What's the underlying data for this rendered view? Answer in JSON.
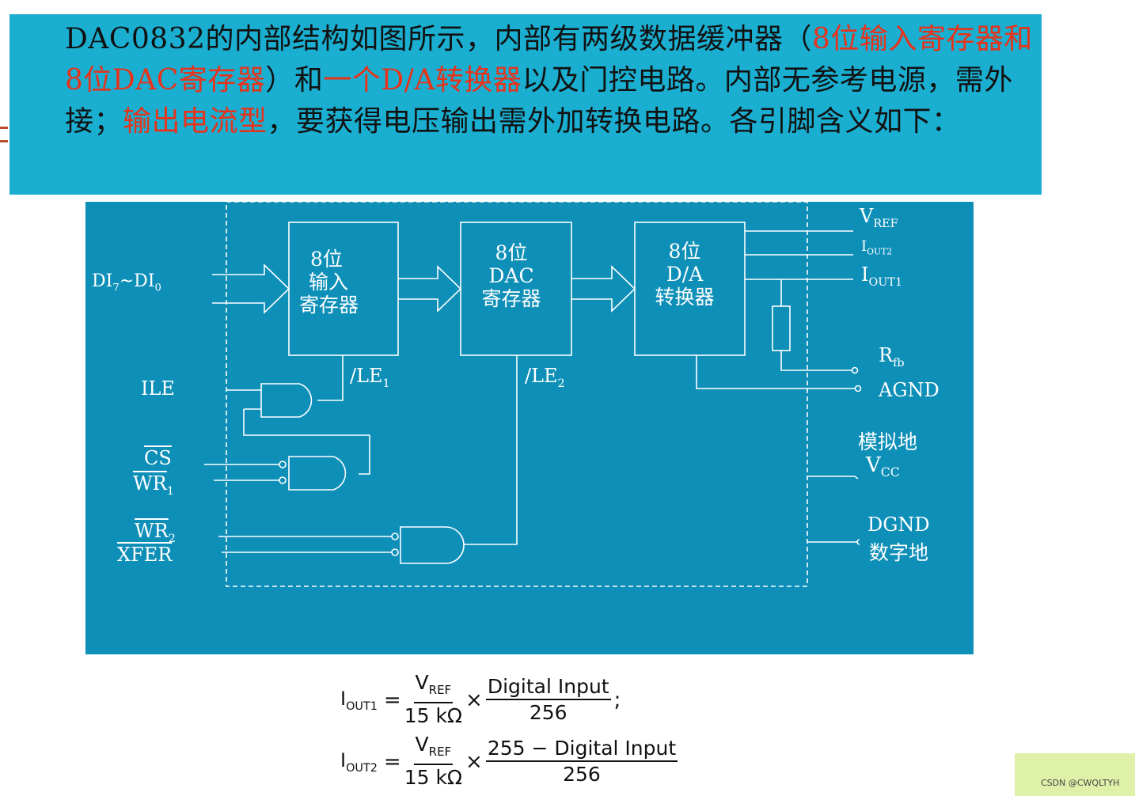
{
  "intro": {
    "segments": [
      {
        "text": "DAC0832的内部结构如图所示，内部有两级数据缓冲器（",
        "highlight": false
      },
      {
        "text": "8位输入寄存器和8位DAC寄存器",
        "highlight": true
      },
      {
        "text": "）和",
        "highlight": false
      },
      {
        "text": "一个D/A转换器",
        "highlight": true
      },
      {
        "text": "以及门控电路。内部无参考电源，需外接；",
        "highlight": false
      },
      {
        "text": "输出电流型",
        "highlight": true
      },
      {
        "text": "，要获得电压输出需外加转换电路。各引脚含义如下：",
        "highlight": false
      }
    ]
  },
  "colors": {
    "highlight": "#e8331a",
    "header_bg": "#1aaed0",
    "diagram_bg": "#0d8fb8",
    "line": "#ffffff"
  },
  "diagram": {
    "blocks": {
      "input_register": [
        "8位",
        "输入",
        "寄存器"
      ],
      "dac_register": [
        "8位",
        "DAC",
        "寄存器"
      ],
      "converter": [
        "8位",
        "D/A",
        "转换器"
      ]
    },
    "inputs": {
      "data": {
        "main": "DI",
        "sub1": "7",
        "mid": "~DI",
        "sub2": "0"
      },
      "ile": "ILE",
      "cs": "CS",
      "wr1": {
        "main": "WR",
        "sub": "1"
      },
      "wr2": {
        "main": "WR",
        "sub": "2"
      },
      "xfer": "XFER"
    },
    "internal": {
      "le1": {
        "main": "/LE",
        "sub": "1"
      },
      "le2": {
        "main": "/LE",
        "sub": "2"
      }
    },
    "outputs": {
      "vref": {
        "main": "V",
        "sub": "REF"
      },
      "iout2": {
        "main": "I",
        "sub": "OUT2"
      },
      "iout1": {
        "main": "I",
        "sub": "OUT1"
      },
      "rfb": {
        "main": "R",
        "sub": "fb"
      },
      "agnd": "AGND",
      "analog_ground": "模拟地",
      "vcc": {
        "main": "V",
        "sub": "CC"
      },
      "dgnd": "DGND",
      "digital_ground": "数字地"
    }
  },
  "formulas": {
    "f1": {
      "lhs": "I",
      "lhs_sub": "OUT1",
      "op": "=",
      "num1": "V",
      "num1_sub": "REF",
      "den1": "15 kΩ",
      "times": "×",
      "num2": "Digital Input",
      "den2": "256",
      "end": ";"
    },
    "f2": {
      "lhs": "I",
      "lhs_sub": "OUT2",
      "op": "=",
      "num1": "V",
      "num1_sub": "REF",
      "den1": "15 kΩ",
      "times": "×",
      "num2": "255 − Digital Input",
      "den2": "256"
    }
  },
  "watermark": "CSDN @CWQLTYH"
}
